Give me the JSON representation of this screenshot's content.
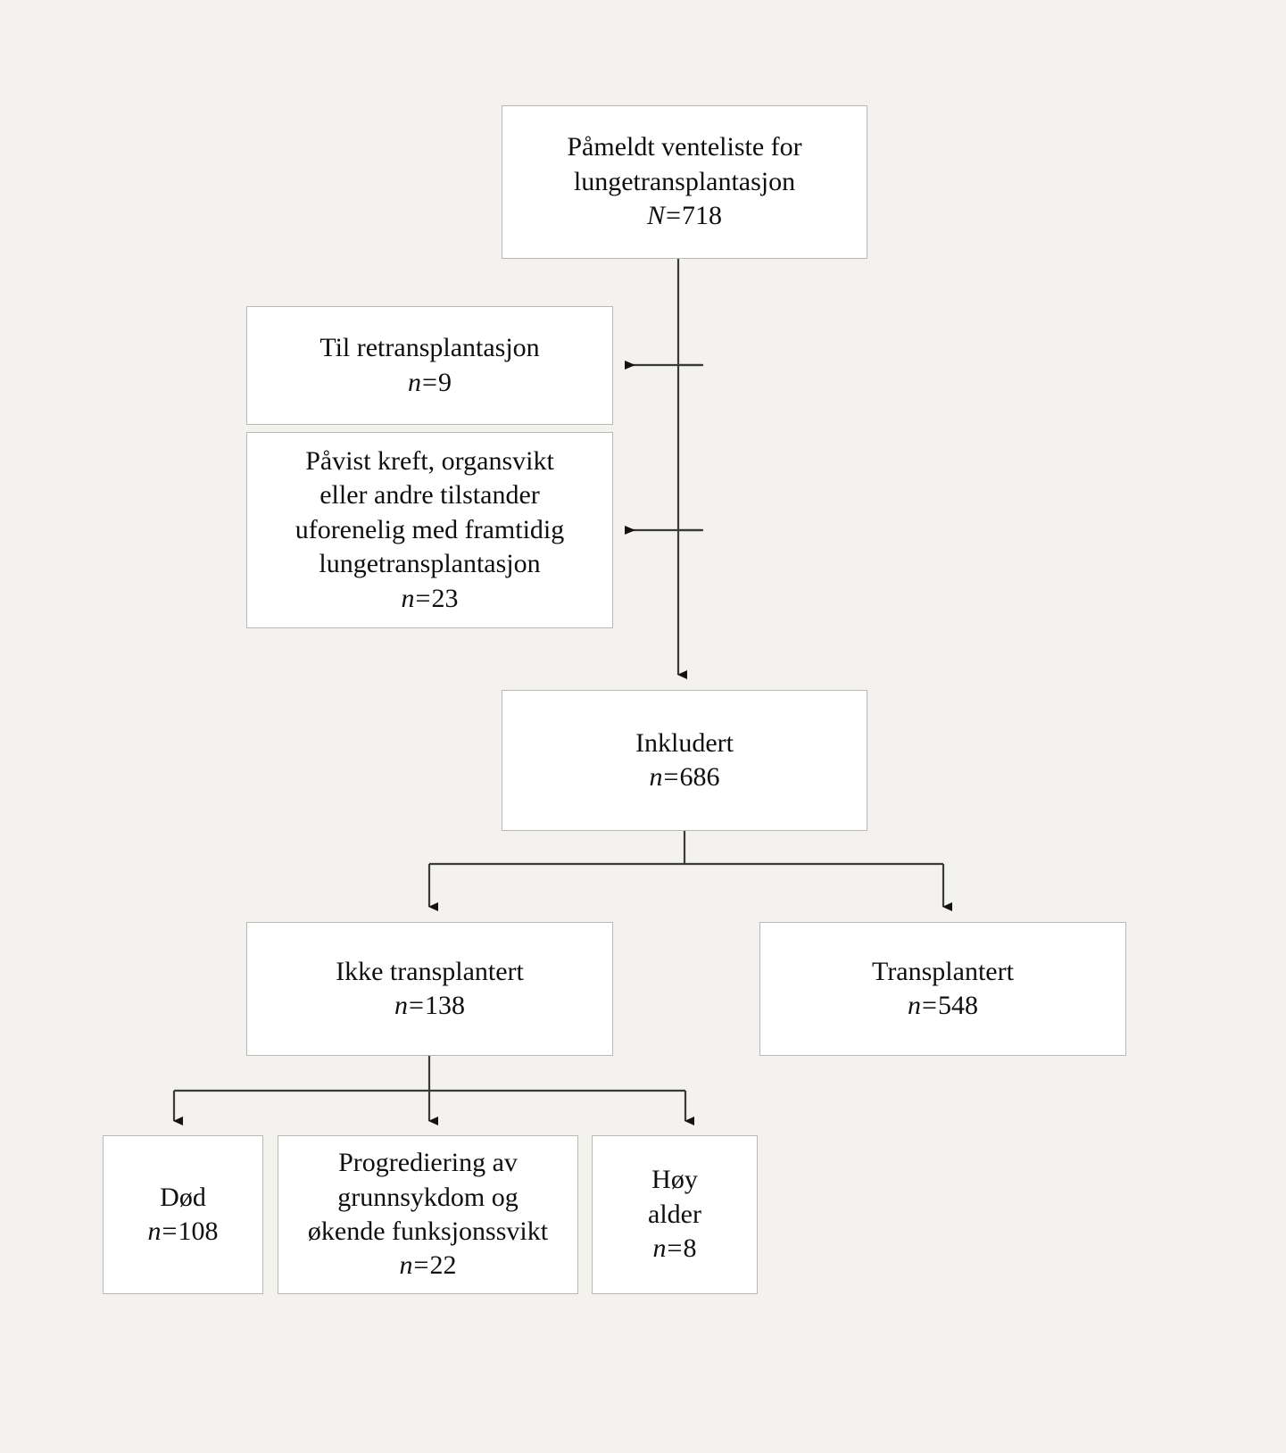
{
  "diagram": {
    "type": "flowchart",
    "language": "no",
    "background_color": "#f3f2ef",
    "node_fill_color": "#ffffff",
    "node_border_color": "#b9b8b6",
    "connector_color": "#3a3a38",
    "text_color": "#100f0d",
    "nodes": {
      "enrolled": {
        "lines": [
          "Påmeldt venteliste for",
          "lungetransplantasjon"
        ],
        "count_symbol": "N",
        "count_eq": "=",
        "count_value": "718"
      },
      "retransplantation": {
        "lines": [
          "Til retransplantasjon"
        ],
        "count_symbol": "n",
        "count_eq": "=",
        "count_value": "9"
      },
      "excluded": {
        "lines": [
          "Påvist kreft, organsvikt",
          "eller andre tilstander",
          "uforenelig med framtidig",
          "lungetransplantasjon"
        ],
        "count_symbol": "n",
        "count_eq": "=",
        "count_value": "23"
      },
      "included": {
        "lines": [
          "Inkludert"
        ],
        "count_symbol": "n",
        "count_eq": "=",
        "count_value": "686"
      },
      "not_transplanted": {
        "lines": [
          "Ikke transplantert"
        ],
        "count_symbol": "n",
        "count_eq": "=",
        "count_value": "138"
      },
      "transplanted": {
        "lines": [
          "Transplantert"
        ],
        "count_symbol": "n",
        "count_eq": "=",
        "count_value": "548"
      },
      "dead": {
        "lines": [
          "Død"
        ],
        "count_symbol": "n",
        "count_eq": "=",
        "count_value": "108"
      },
      "progression": {
        "lines": [
          "Progrediering av",
          "grunnsykdom og",
          "økende funksjonssvikt"
        ],
        "count_symbol": "n",
        "count_eq": "=",
        "count_value": "22"
      },
      "high_age": {
        "lines": [
          "Høy",
          "alder"
        ],
        "count_symbol": "n",
        "count_eq": "=",
        "count_value": "8"
      }
    },
    "edges": [
      {
        "from": "enrolled",
        "to": "retransplantation",
        "style": "arrow-left"
      },
      {
        "from": "enrolled",
        "to": "excluded",
        "style": "arrow-left"
      },
      {
        "from": "enrolled",
        "to": "included",
        "style": "arrow-down"
      },
      {
        "from": "included",
        "to": "not_transplanted",
        "style": "split-down"
      },
      {
        "from": "included",
        "to": "transplanted",
        "style": "split-down"
      },
      {
        "from": "not_transplanted",
        "to": "dead",
        "style": "split-down"
      },
      {
        "from": "not_transplanted",
        "to": "progression",
        "style": "split-down"
      },
      {
        "from": "not_transplanted",
        "to": "high_age",
        "style": "split-down"
      }
    ]
  }
}
